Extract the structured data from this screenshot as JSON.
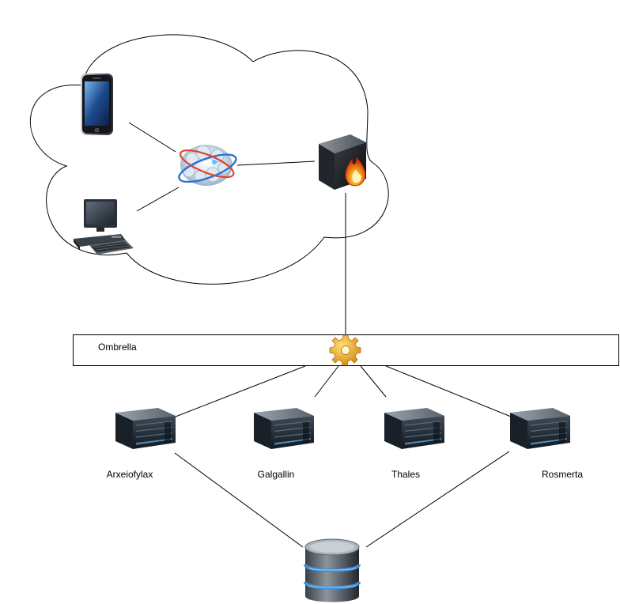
{
  "bar": {
    "label": "Ombrella"
  },
  "servers": [
    {
      "label": "Arxeiofylax",
      "icon": "server-icon"
    },
    {
      "label": "Galgallin",
      "icon": "server-icon"
    },
    {
      "label": "Thales",
      "icon": "server-icon"
    },
    {
      "label": "Rosmerta",
      "icon": "server-icon"
    }
  ],
  "cloud_devices": [
    {
      "icon": "smartphone-icon"
    },
    {
      "icon": "desktop-computer-icon"
    },
    {
      "icon": "network-hub-icon"
    },
    {
      "icon": "firewall-icon"
    }
  ],
  "bar_icon": "gear-icon",
  "storage_icon": "database-icon",
  "colors": {
    "line": "#000000",
    "gear": "#f0a818",
    "firewall_flame": "#f05a10",
    "database_ring": "#3b8fd8",
    "server_light": "#4aa8e8"
  }
}
